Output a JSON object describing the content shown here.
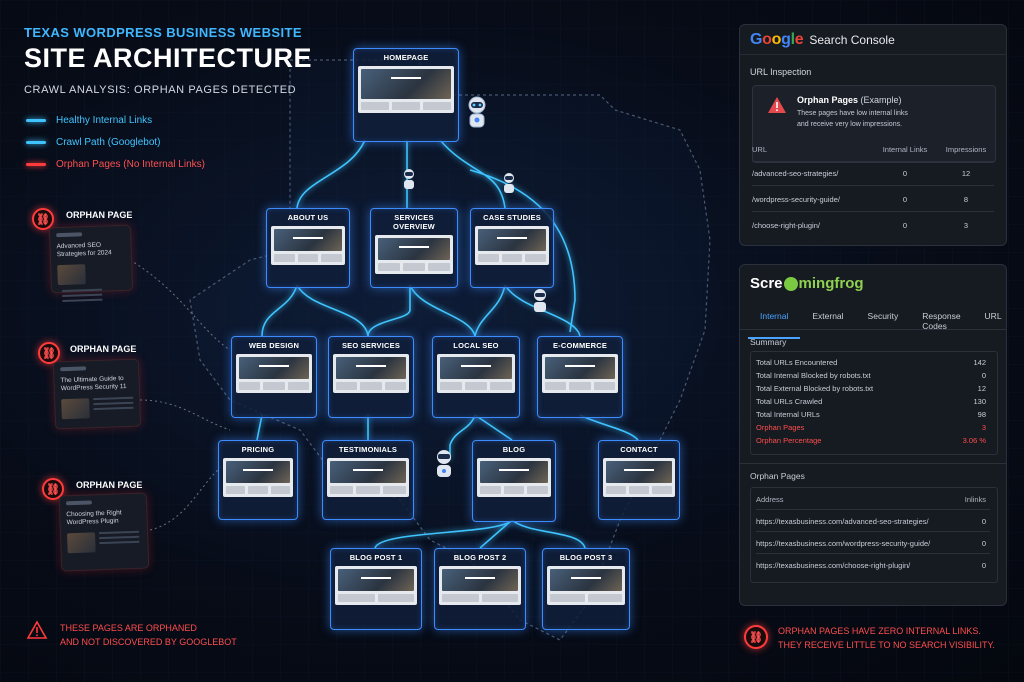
{
  "header": {
    "kicker": "TEXAS WORDPRESS BUSINESS WEBSITE",
    "title": "SITE ARCHITECTURE",
    "subtitle": "CRAWL ANALYSIS: ORPHAN PAGES DETECTED"
  },
  "legend": [
    {
      "label": "Healthy Internal Links",
      "color": "#3fc4ff"
    },
    {
      "label": "Crawl Path (Googlebot)",
      "color": "#3fc4ff"
    },
    {
      "label": "Orphan Pages (No Internal Links)",
      "color": "#ff3b3b"
    }
  ],
  "orphan_cards": [
    {
      "title": "ORPHAN PAGE",
      "text": "Advanced SEO Strategies for 2024"
    },
    {
      "title": "ORPHAN PAGE",
      "text": "The Ultimate Guide to WordPress Security 11"
    },
    {
      "title": "ORPHAN PAGE",
      "text": "Choosing the Right WordPress Plugin"
    }
  ],
  "orphan_warning": {
    "line1": "THESE PAGES ARE ORPHANED",
    "line2": "AND NOT DISCOVERED BY GOOGLEBOT"
  },
  "tree": {
    "homepage": "HOMEPAGE",
    "level1": [
      "ABOUT US",
      "SERVICES OVERVIEW",
      "CASE STUDIES"
    ],
    "level2": [
      "WEB DESIGN",
      "SEO SERVICES",
      "LOCAL SEO",
      "E-COMMERCE"
    ],
    "level3": [
      "PRICING",
      "TESTIMONIALS",
      "BLOG",
      "CONTACT"
    ],
    "level4": [
      "BLOG POST 1",
      "BLOG POST 2",
      "BLOG POST 3"
    ]
  },
  "gsc": {
    "logo": [
      "G",
      "o",
      "o",
      "g",
      "l",
      "e"
    ],
    "product": "Search Console",
    "section": "URL Inspection",
    "alert_title": "Orphan Pages",
    "alert_title_suffix": "(Example)",
    "alert_text_1": "These pages have low internal links",
    "alert_text_2": "and receive very low impressions.",
    "columns": [
      "URL",
      "Internal Links",
      "Impressions"
    ],
    "rows": [
      [
        "/advanced-seo-strategies/",
        "0",
        "12"
      ],
      [
        "/wordpress-security-guide/",
        "0",
        "8"
      ],
      [
        "/choose-right-plugin/",
        "0",
        "3"
      ]
    ]
  },
  "sf": {
    "logo_left": "Scre",
    "logo_right": "mingfrog",
    "tabs": [
      "Internal",
      "External",
      "Security",
      "Response Codes",
      "URL"
    ],
    "summary_title": "Summary",
    "summary": [
      [
        "Total URLs Encountered",
        "142"
      ],
      [
        "Total Internal Blocked by robots.txt",
        "0"
      ],
      [
        "Total External Blocked by robots.txt",
        "12"
      ],
      [
        "Total URLs Crawled",
        "130"
      ],
      [
        "Total Internal URLs",
        "98"
      ],
      [
        "Orphan Pages",
        "3"
      ],
      [
        "Orphan Percentage",
        "3.06 %"
      ]
    ],
    "orphan_title": "Orphan Pages",
    "orphan_columns": [
      "Address",
      "Inlinks"
    ],
    "orphan_rows": [
      [
        "https://texasbusiness.com/advanced-seo-strategies/",
        "0"
      ],
      [
        "https://texasbusiness.com/wordpress-security-guide/",
        "0"
      ],
      [
        "https://texasbusiness.com/choose-right-plugin/",
        "0"
      ]
    ]
  },
  "footer_note": {
    "line1": "ORPHAN PAGES HAVE ZERO INTERNAL LINKS.",
    "line2": "THEY RECEIVE LITTLE TO NO SEARCH VISIBILITY."
  },
  "colors": {
    "link": "#3fc4ff",
    "orphan": "#ff3b3b",
    "accent": "#4aa3ff"
  }
}
